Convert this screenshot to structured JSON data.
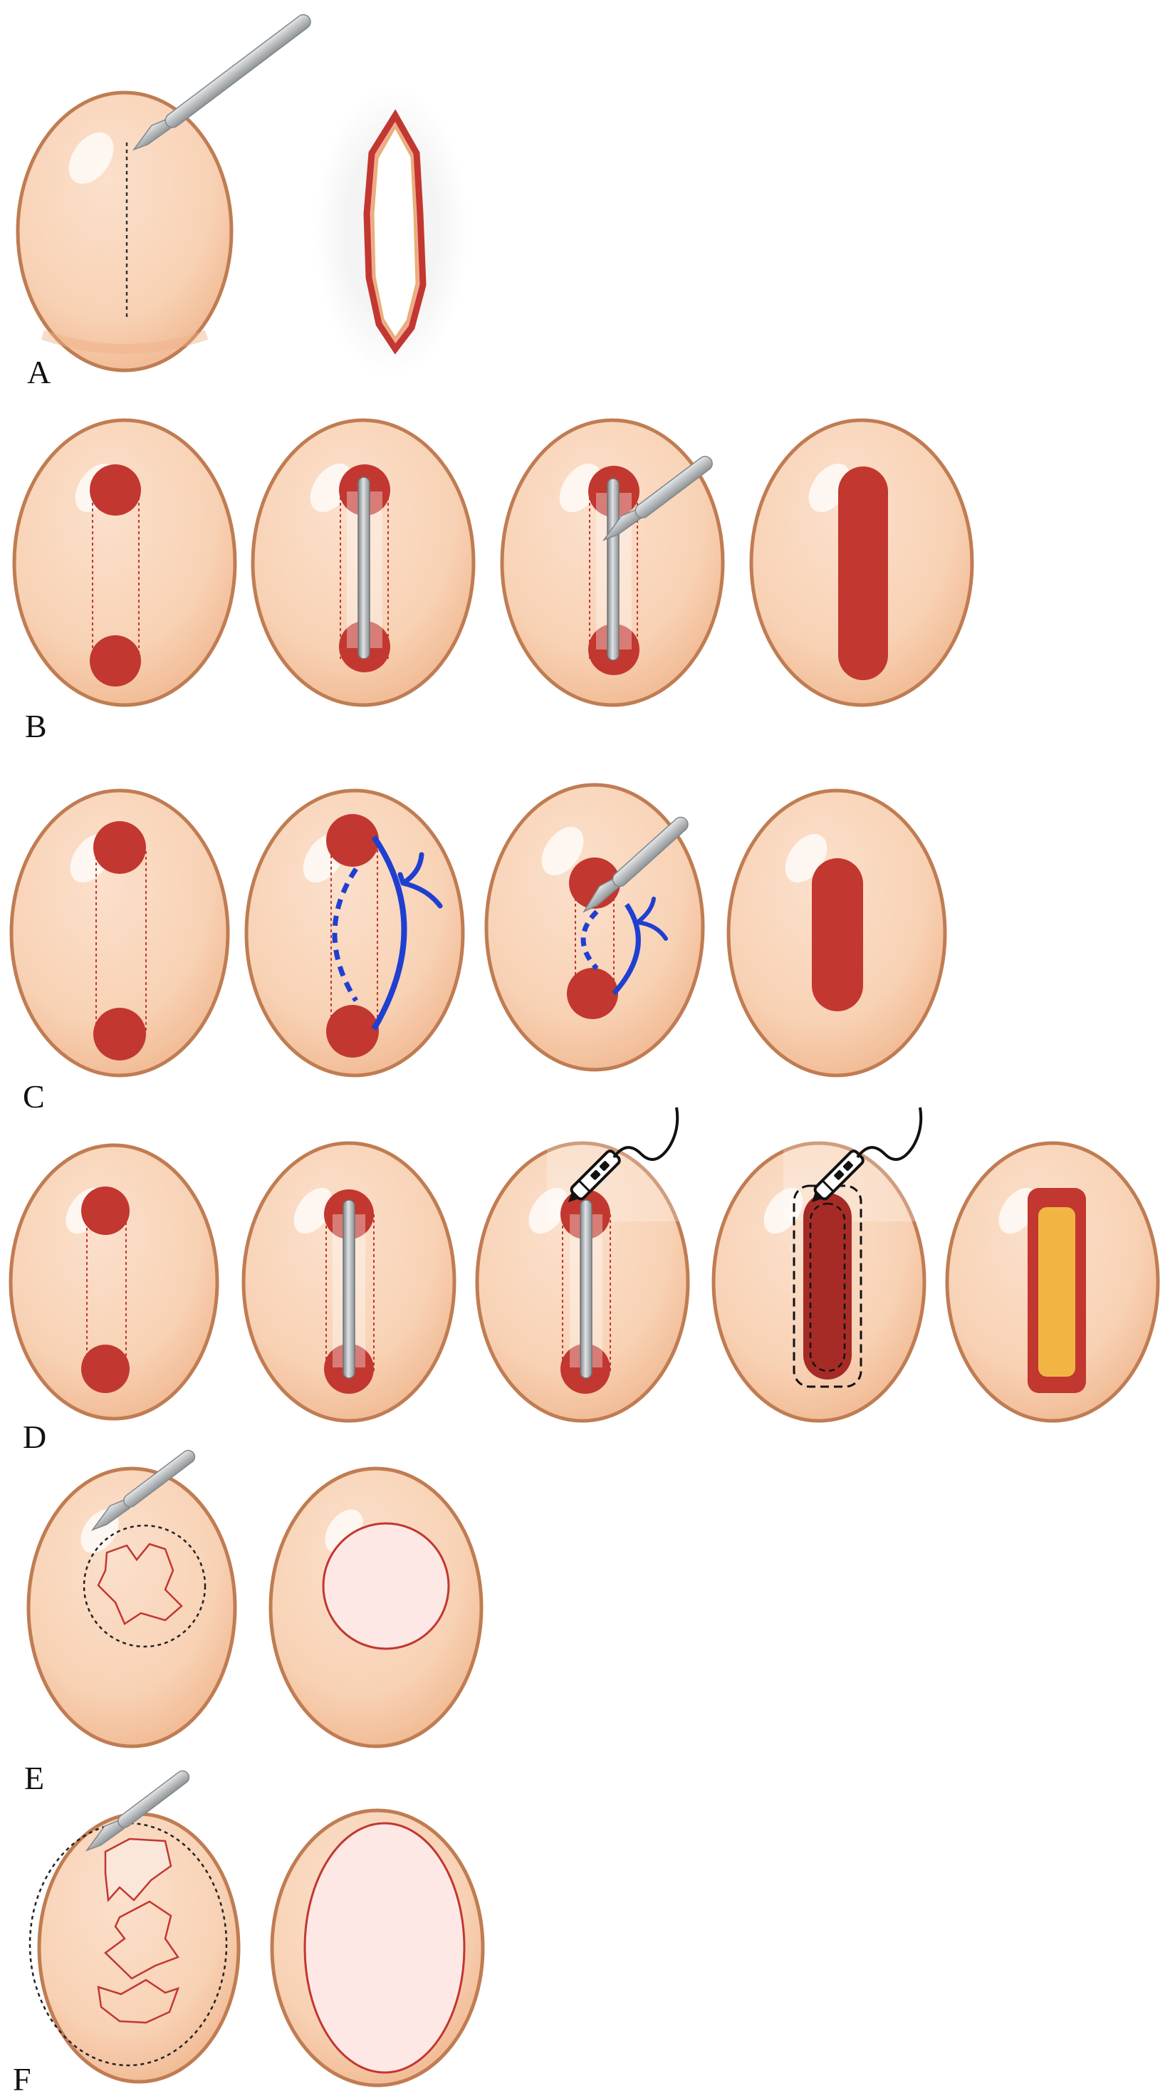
{
  "figure": {
    "panels": [
      {
        "label": "A",
        "steps": [
          "incision-line-with-scalpel",
          "opened-incision"
        ]
      },
      {
        "label": "B",
        "steps": [
          "two-lesions-marked",
          "bar-inserted",
          "scalpel-cut-along-bar",
          "united-lesion"
        ]
      },
      {
        "label": "C",
        "steps": [
          "two-lesions-marked",
          "curved-cut-with-arrow",
          "scalpel-cut",
          "united-lesion"
        ]
      },
      {
        "label": "D",
        "steps": [
          "two-lesions-marked",
          "bar-inserted",
          "electrocautery-start",
          "electrocautery-outline",
          "ablated-lesion"
        ]
      },
      {
        "label": "E",
        "steps": [
          "circular-excision-with-scalpel",
          "excised-circle"
        ]
      },
      {
        "label": "F",
        "steps": [
          "full-excision-with-scalpel",
          "excised-ellipse"
        ]
      }
    ]
  },
  "colors": {
    "skin": "#f7cfb1",
    "skin_edge": "#c07c52",
    "lesion": "#c2372f",
    "wound_pale": "#fde8e6",
    "tissue": "#f2b544",
    "arrow": "#1f3fd0",
    "scalpel": "#b8bcbf"
  }
}
